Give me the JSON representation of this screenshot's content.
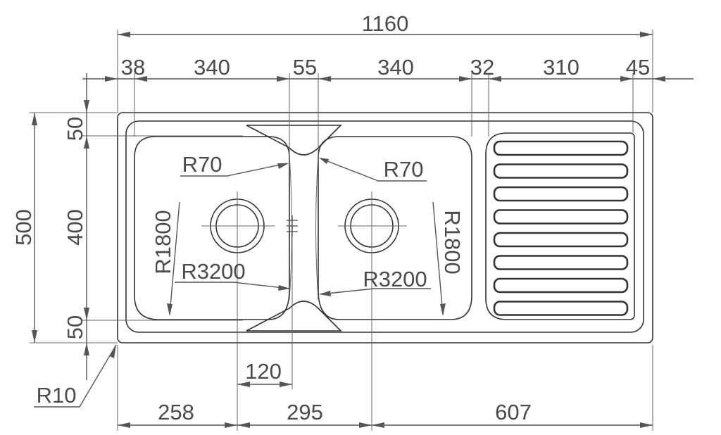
{
  "drawing": {
    "overall_width": "1160",
    "overall_depth": "500",
    "top_segments": [
      "38",
      "340",
      "55",
      "340",
      "32",
      "310",
      "45"
    ],
    "side_segments": [
      "50",
      "400",
      "50"
    ],
    "bottom_segments": [
      "258",
      "295",
      "607"
    ],
    "drain_offset": "120",
    "corner_radius": "R10",
    "bowl_radii": {
      "r70_left": "R70",
      "r70_right": "R70",
      "r1800_left": "R1800",
      "r1800_right": "R1800",
      "r3200_left": "R3200",
      "r3200_right": "R3200"
    },
    "drainer_groove_count": 8
  }
}
